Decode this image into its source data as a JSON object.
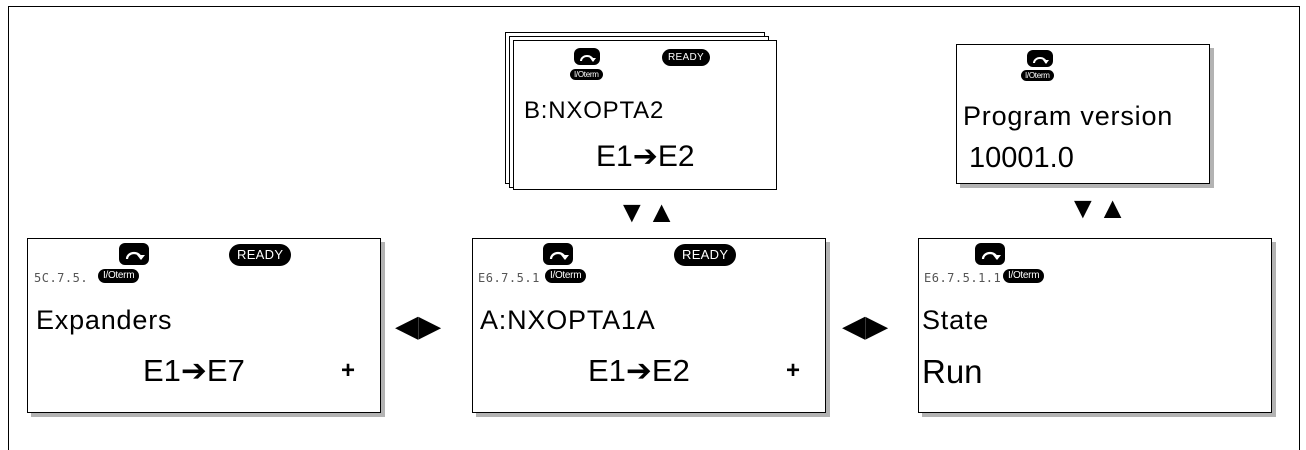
{
  "screens": {
    "expanders": {
      "page_code": "5C.7.5.",
      "ioterm": "I/Oterm",
      "ready": "READY",
      "title": "Expanders",
      "value": "E1➔E7",
      "more": "+"
    },
    "board_a": {
      "page_code": "E6.7.5.1",
      "ioterm": "I/Oterm",
      "ready": "READY",
      "title": "A:NXOPTA1A",
      "value": "E1➔E2",
      "more": "+"
    },
    "state": {
      "page_code": "E6.7.5.1.1",
      "ioterm": "I/Oterm",
      "title": "State",
      "value": "Run"
    },
    "board_b": {
      "ioterm": "I/Oterm",
      "ready": "READY",
      "title": "B:NXOPTA2",
      "value": "E1➔E2"
    },
    "program_version": {
      "ioterm": "I/Oterm",
      "title": "Program version",
      "value": "10001.0"
    }
  },
  "navigation": {
    "left_right": "◀▶",
    "down_up": "▼▲"
  },
  "icons": {
    "rotation": "rotation-arrow-icon",
    "left_right": "left-right-arrow-icon",
    "down_up": "down-up-arrow-icon",
    "expand": "plus-icon"
  }
}
